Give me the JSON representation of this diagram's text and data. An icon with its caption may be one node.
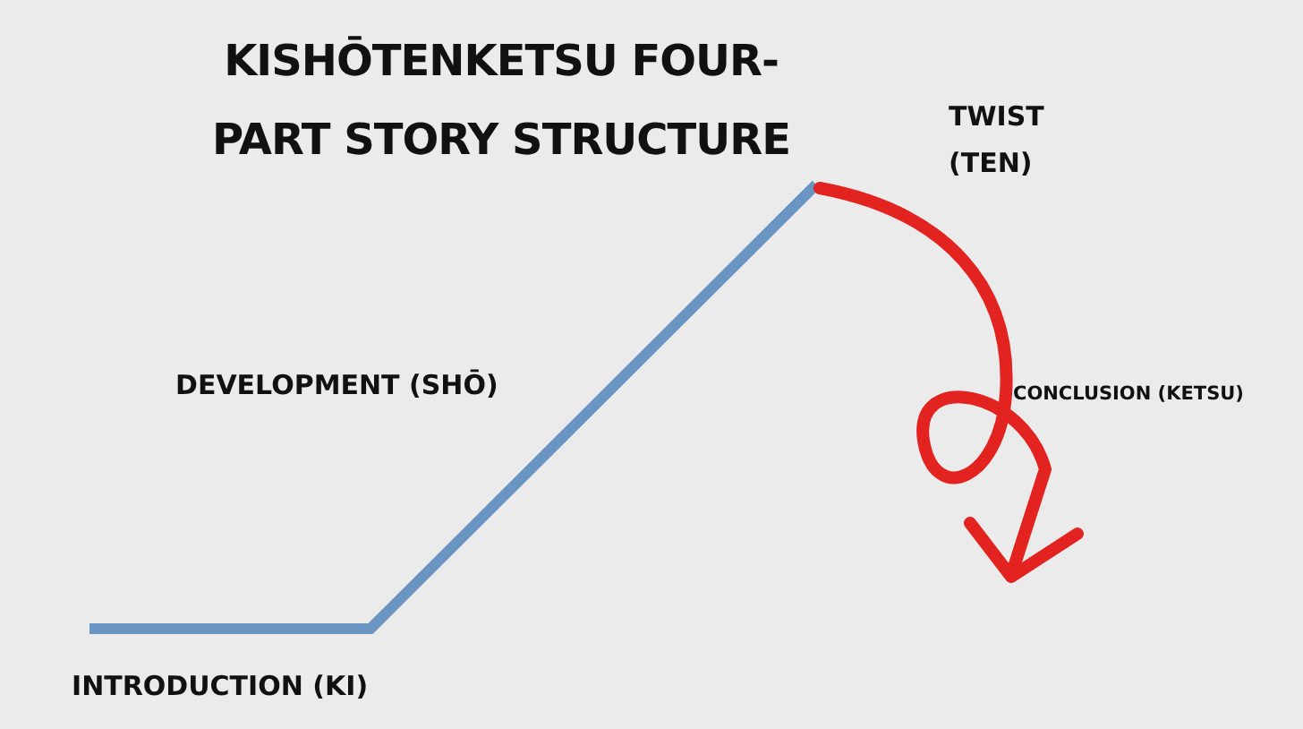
{
  "diagram": {
    "title": "KISHŌTENKETSU FOUR-PART STORY STRUCTURE",
    "labels": [
      "TWIST (TEN)",
      "DEVELOPMENT (SHŌ)",
      "CONCLUSION (KETSU)",
      "INTRODUCTION (KI)"
    ]
  }
}
